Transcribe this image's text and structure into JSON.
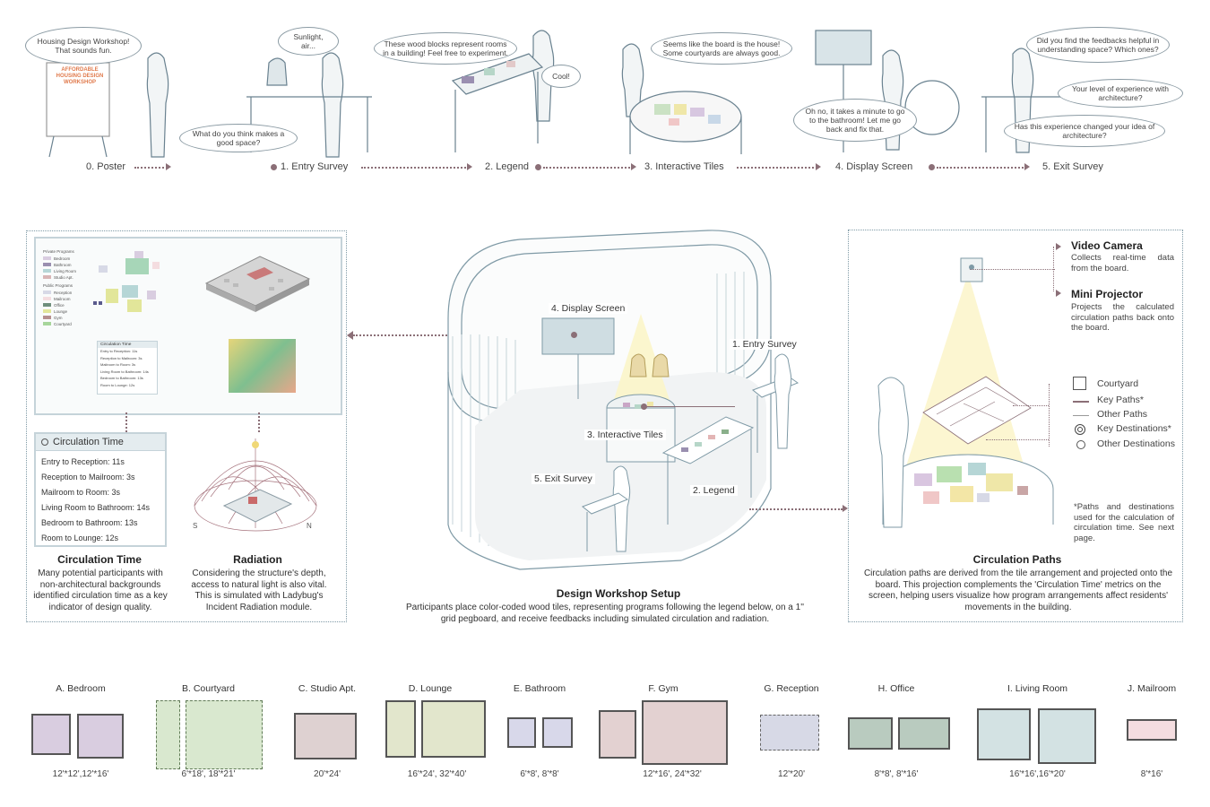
{
  "storyboard": {
    "bubbles": [
      "Housing Design Workshop! That sounds fun.",
      "Sunlight, air...",
      "What do you think makes a good space?",
      "These wood blocks represent rooms in a building! Feel free to experiment.",
      "Cool!",
      "Seems like the board is the house! Some courtyards are always good.",
      "Oh no, it takes a minute to go to the bathroom! Let me go back and fix that.",
      "Did you find the feedbacks helpful in understanding space? Which ones?",
      "Your level of experience with architecture?",
      "Has this experience changed your idea of architecture?"
    ],
    "poster_text": "AFFORDABLE HOUSING DESIGN WORKSHOP",
    "steps": [
      "0. Poster",
      "1. Entry Survey",
      "2. Legend",
      "3. Interactive Tiles",
      "4. Display Screen",
      "5. Exit Survey"
    ]
  },
  "left_panel": {
    "screen": {
      "private_programs_title": "Private Programs",
      "private_programs": [
        "Bedroom",
        "Bathroom",
        "Living Room",
        "Studio Apt."
      ],
      "public_programs_title": "Public Programs",
      "public_programs": [
        "Reception",
        "Mailroom",
        "Office",
        "Lounge",
        "Gym",
        "Courtyard"
      ],
      "mini_title": "Circulation Time",
      "mini_rows": [
        "Entry to Reception: 11s",
        "Reception to Mailroom: 3s",
        "Mailroom to Room: 3s",
        "Living Room to Bathroom: 14s",
        "Bedroom to Bathroom: 13s",
        "Room to Lounge: 12s"
      ]
    },
    "circulation_box": {
      "title": "Circulation Time",
      "rows": [
        "Entry to Reception: 11s",
        "Reception to Mailroom: 3s",
        "Mailroom to Room: 3s",
        "Living Room to Bathroom: 14s",
        "Bedroom to Bathroom: 13s",
        "Room to Lounge: 12s"
      ]
    },
    "compass": [
      "S",
      "N"
    ],
    "circulation_heading": "Circulation Time",
    "circulation_text": "Many potential participants with non-architectural backgrounds identified circulation time as a key indicator of design quality.",
    "radiation_heading": "Radiation",
    "radiation_text": "Considering the structure's depth, access to natural light is also vital. This is simulated with Ladybug's Incident Radiation module."
  },
  "center": {
    "labels": {
      "display_screen": "4. Display Screen",
      "entry_survey": "1. Entry Survey",
      "interactive_tiles": "3. Interactive Tiles",
      "exit_survey": "5. Exit Survey",
      "legend": "2. Legend"
    },
    "title": "Design Workshop Setup",
    "text": "Participants place color-coded wood tiles, representing programs following the legend below, on a 1'' grid pegboard, and receive feedbacks including simulated circulation and radiation."
  },
  "right_panel": {
    "video_camera_title": "Video Camera",
    "video_camera_text": "Collects real-time data from the board.",
    "projector_title": "Mini Projector",
    "projector_text": "Projects the calculated circulation paths back onto the board.",
    "legend": [
      "Courtyard",
      "Key Paths*",
      "Other Paths",
      "Key Destinations*",
      "Other Destinations"
    ],
    "footnote": "*Paths and destinations used for the calculation of circulation time. See next page.",
    "heading": "Circulation Paths",
    "text": "Circulation paths are derived from the tile arrangement and projected onto the board. This projection complements the 'Circulation Time' metrics on the screen, helping users visualize how program arrangements affect residents' movements in the building."
  },
  "rooms": [
    {
      "label": "A. Bedroom",
      "dims": "12'*12',12'*16'"
    },
    {
      "label": "B. Courtyard",
      "dims": "6'*18', 18'*21'"
    },
    {
      "label": "C. Studio Apt.",
      "dims": "20'*24'"
    },
    {
      "label": "D. Lounge",
      "dims": "16'*24', 32'*40'"
    },
    {
      "label": "E. Bathroom",
      "dims": "6'*8', 8'*8'"
    },
    {
      "label": "F. Gym",
      "dims": "12'*16', 24'*32'"
    },
    {
      "label": "G. Reception",
      "dims": "12'*20'"
    },
    {
      "label": "H. Office",
      "dims": "8'*8', 8'*16'"
    },
    {
      "label": "I. Living Room",
      "dims": "16'*16',16'*20'"
    },
    {
      "label": "J. Mailroom",
      "dims": "8'*16'"
    }
  ],
  "colors": {
    "bedroom": "#d9cde0",
    "courtyard": "#d9e8cf",
    "studio": "#ded1d1",
    "lounge": "#e2e6cc",
    "bathroom": "#d8d8ea",
    "gym": "#e3d1d1",
    "reception": "#d7d9e6",
    "office": "#b9cbbf",
    "living": "#d3e2e3",
    "mailroom": "#f4dde0",
    "line": "#8b6f77",
    "frame": "#7f9aa6"
  }
}
